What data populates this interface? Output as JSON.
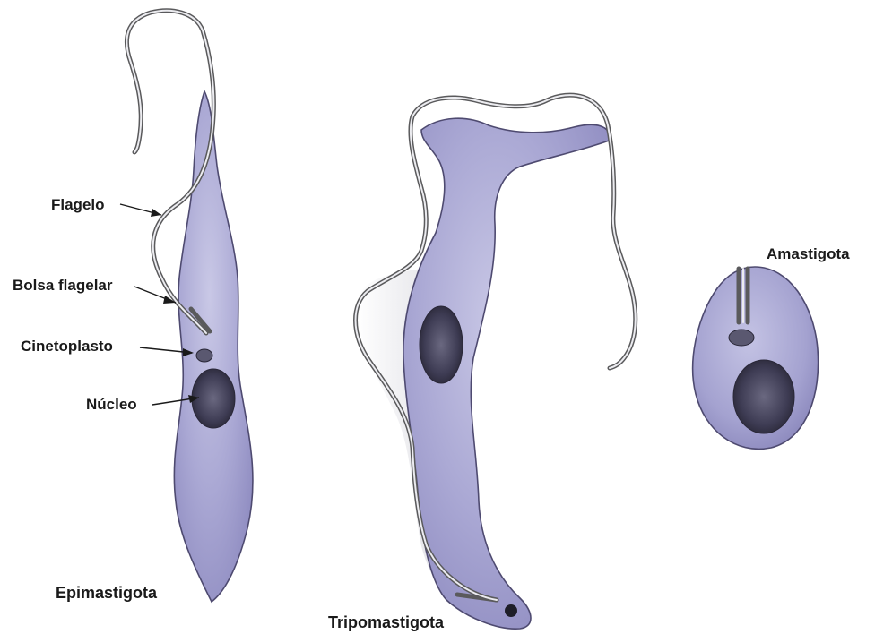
{
  "labels": {
    "flagelo": "Flagelo",
    "bolsa_flagelar": "Bolsa flagelar",
    "cinetoplasto": "Cinetoplasto",
    "nucleo": "Núcleo",
    "epimastigota": "Epimastigota",
    "tripomastigota": "Tripomastigota",
    "amastigota": "Amastigota"
  },
  "colors": {
    "cell_body": "#a8a6d2",
    "cell_outline": "#4e4a70",
    "nucleus": "#3a3850",
    "flagellum": "#5a5a5c",
    "label_text": "#1a1a1a"
  }
}
